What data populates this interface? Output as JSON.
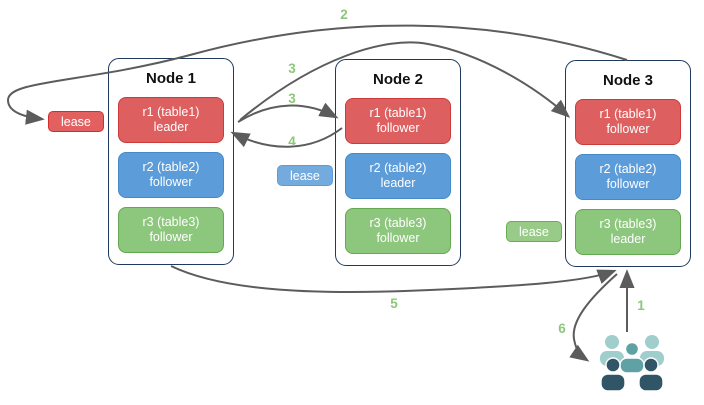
{
  "nodes": [
    {
      "title": "Node 1",
      "replicas": [
        {
          "range": "r1 (table1)",
          "role": "leader",
          "color": "red"
        },
        {
          "range": "r2 (table2)",
          "role": "follower",
          "color": "blue"
        },
        {
          "range": "r3 (table3)",
          "role": "follower",
          "color": "green"
        }
      ]
    },
    {
      "title": "Node 2",
      "replicas": [
        {
          "range": "r1 (table1)",
          "role": "follower",
          "color": "red"
        },
        {
          "range": "r2 (table2)",
          "role": "leader",
          "color": "blue"
        },
        {
          "range": "r3 (table3)",
          "role": "follower",
          "color": "green"
        }
      ]
    },
    {
      "title": "Node 3",
      "replicas": [
        {
          "range": "r1 (table1)",
          "role": "follower",
          "color": "red"
        },
        {
          "range": "r2 (table2)",
          "role": "follower",
          "color": "blue"
        },
        {
          "range": "r3 (table3)",
          "role": "leader",
          "color": "green"
        }
      ]
    }
  ],
  "leases": [
    {
      "label": "lease",
      "color": "red"
    },
    {
      "label": "lease",
      "color": "blue"
    },
    {
      "label": "lease",
      "color": "green"
    }
  ],
  "arrow_labels": {
    "step1": "1",
    "step2": "2",
    "step3a": "3",
    "step3b": "3",
    "step4": "4",
    "step5": "5",
    "step6": "6"
  },
  "icons": {
    "users": "users-icon"
  },
  "colors": {
    "red_fill": "#DE5F5F",
    "red_border": "#CC3A3A",
    "blue_fill": "#5C9CD9",
    "blue_border": "#4689C7",
    "green_fill": "#8DC67D",
    "green_border": "#64A84F",
    "lease_red_fill": "#E26060",
    "lease_red_border": "#D12F2F",
    "lease_blue_fill": "#74ABDF",
    "lease_blue_border": "#5C9CD9",
    "lease_green_fill": "#97CB87",
    "lease_green_border": "#6CAD58",
    "node_border": "#1E3A5C",
    "arrow": "#5C5C5C",
    "num_green": "#8CC87A",
    "users_light": "#9FCECC",
    "users_medium": "#5FA1A5",
    "users_dark": "#2F5566"
  }
}
